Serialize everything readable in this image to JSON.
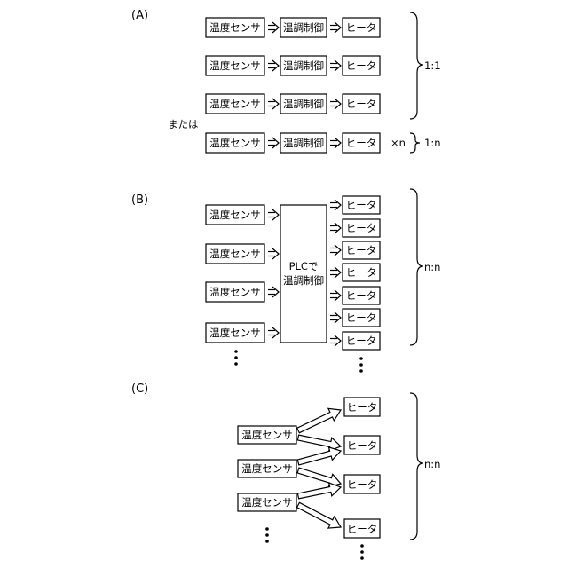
{
  "labels": {
    "sensor": "温度センサ",
    "controller": "温調制御",
    "heater": "ヒータ",
    "or": "または",
    "times_n": "×n",
    "plc_line1": "PLCで",
    "plc_line2": "温調制御"
  },
  "sections": {
    "a": {
      "title": "(A)",
      "ratio": "1:1",
      "ratio_n": "1:n"
    },
    "b": {
      "title": "(B)",
      "ratio": "n:n"
    },
    "c": {
      "title": "(C)",
      "ratio": "n:n"
    }
  }
}
